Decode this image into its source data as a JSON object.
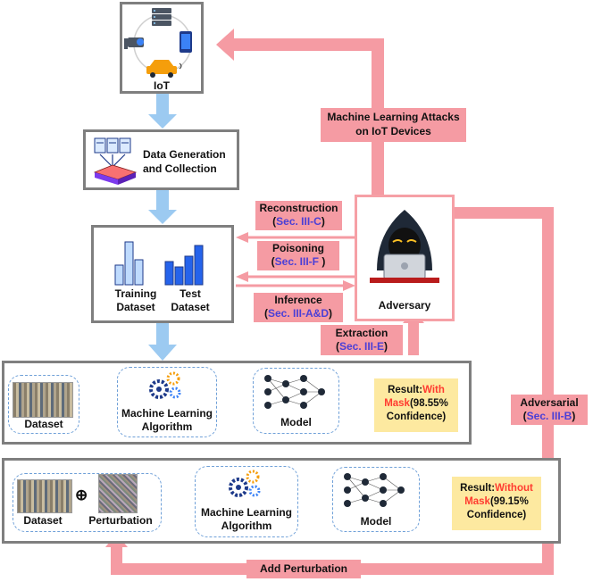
{
  "iot": {
    "label": "IoT"
  },
  "data_gen": {
    "line1": "Data Generation",
    "line2": "and Collection"
  },
  "datasets": {
    "training_line1": "Training",
    "training_line2": "Dataset",
    "test_line1": "Test",
    "test_line2": "Dataset"
  },
  "ml_attacks": {
    "line1": "Machine Learning Attacks",
    "line2": "on IoT Devices"
  },
  "adversary": {
    "label": "Adversary"
  },
  "attacks": {
    "reconstruction": {
      "name": "Reconstruction",
      "sec_open": "(",
      "sec": "Sec. III-C",
      "sec_close": ")"
    },
    "poisoning": {
      "name": "Poisoning",
      "sec_open": "(",
      "sec": "Sec. III-F ",
      "sec_close": ")"
    },
    "inference": {
      "name": "Inference",
      "sec_open": "(",
      "sec": "Sec. III-A&D",
      "sec_close": ")"
    },
    "extraction": {
      "name": "Extraction",
      "sec_open": "(",
      "sec": "Sec. III-E",
      "sec_close": ")"
    },
    "adversarial": {
      "name": "Adversarial",
      "sec_open": "(",
      "sec": "Sec. III-B",
      "sec_close": ")"
    }
  },
  "pipeline1": {
    "dataset": "Dataset",
    "algo_line1": "Machine Learning",
    "algo_line2": "Algorithm",
    "model": "Model",
    "result_prefix": "Result:",
    "result_class_a": "With",
    "result_class_b": "Mask",
    "result_conf": "(98.55%",
    "result_conf2": "Confidence)"
  },
  "pipeline2": {
    "dataset": "Dataset",
    "oplus": "⊕",
    "perturbation": "Perturbation",
    "algo_line1": "Machine Learning",
    "algo_line2": "Algorithm",
    "model": "Model",
    "result_prefix": "Result:",
    "result_class_a": "Without",
    "result_class_b": "Mask",
    "result_conf": "(99.15%",
    "result_conf2": "Confidence)"
  },
  "add_perturbation": {
    "label": "Add Perturbation"
  },
  "colors": {
    "pink": "#f59ba3",
    "gray": "#7f7f7f",
    "sky_arrow": "#9ccaf1",
    "sec_blue": "#4b3fd6",
    "result_red": "#ff3b30",
    "result_bg": "#fde9a0"
  },
  "icons": [
    "server-icon",
    "camera-icon",
    "phone-icon",
    "car-icon",
    "document-icon",
    "database-icon",
    "bar-chart-icon",
    "hacker-icon",
    "gear-icon",
    "neural-network-icon"
  ]
}
